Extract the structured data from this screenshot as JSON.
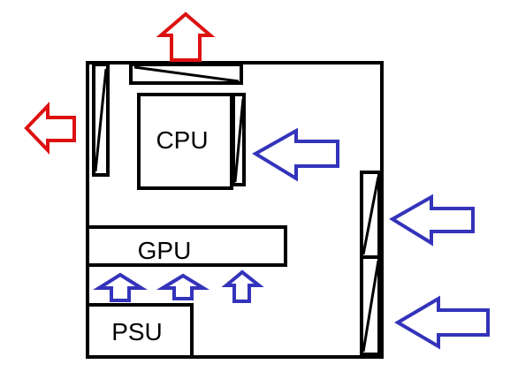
{
  "components": {
    "cpu": "CPU",
    "gpu": "GPU",
    "psu": "PSU"
  },
  "colors": {
    "exhaust": "#dd1111",
    "intake": "#3333bb",
    "outline": "#000000"
  }
}
